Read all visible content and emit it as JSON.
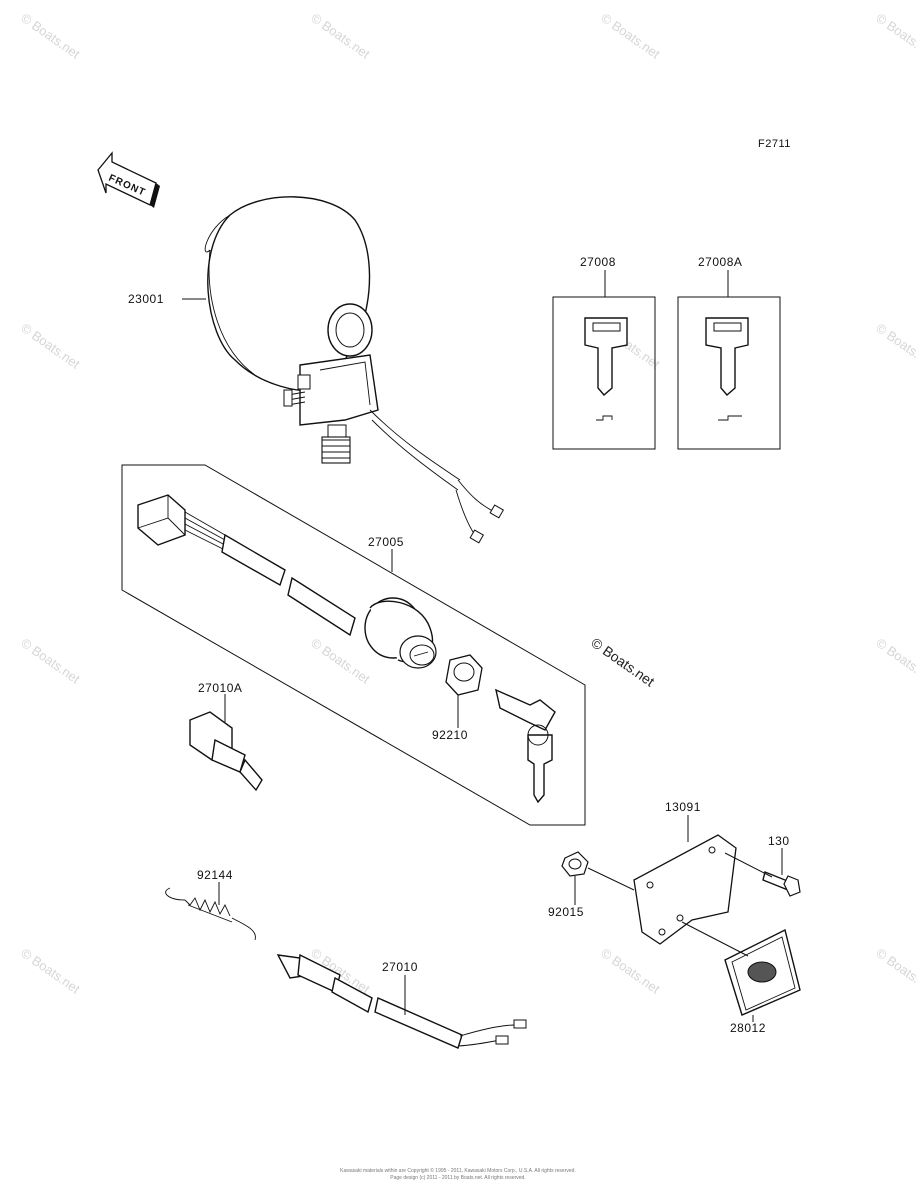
{
  "diagram": {
    "code": "F2711",
    "front_label": "FRONT",
    "parts": {
      "lamp": "23001",
      "key1": "27008",
      "key2": "27008A",
      "ignition_switch": "27005",
      "nut": "92210",
      "stop_switch": "27010A",
      "spring": "92144",
      "brake_switch": "27010",
      "bracket": "13091",
      "bolt": "130",
      "grommet": "92015",
      "label_plate": "28012"
    },
    "watermark": "© Boats.net",
    "footer_line1": "Kawasaki materials within are Copyright © 1995 - 2011, Kawasaki Motors Corp., U.S.A. All rights reserved.",
    "footer_line2": "Page design (c) 2011 - 2011 by Boats.net. All rights reserved."
  }
}
